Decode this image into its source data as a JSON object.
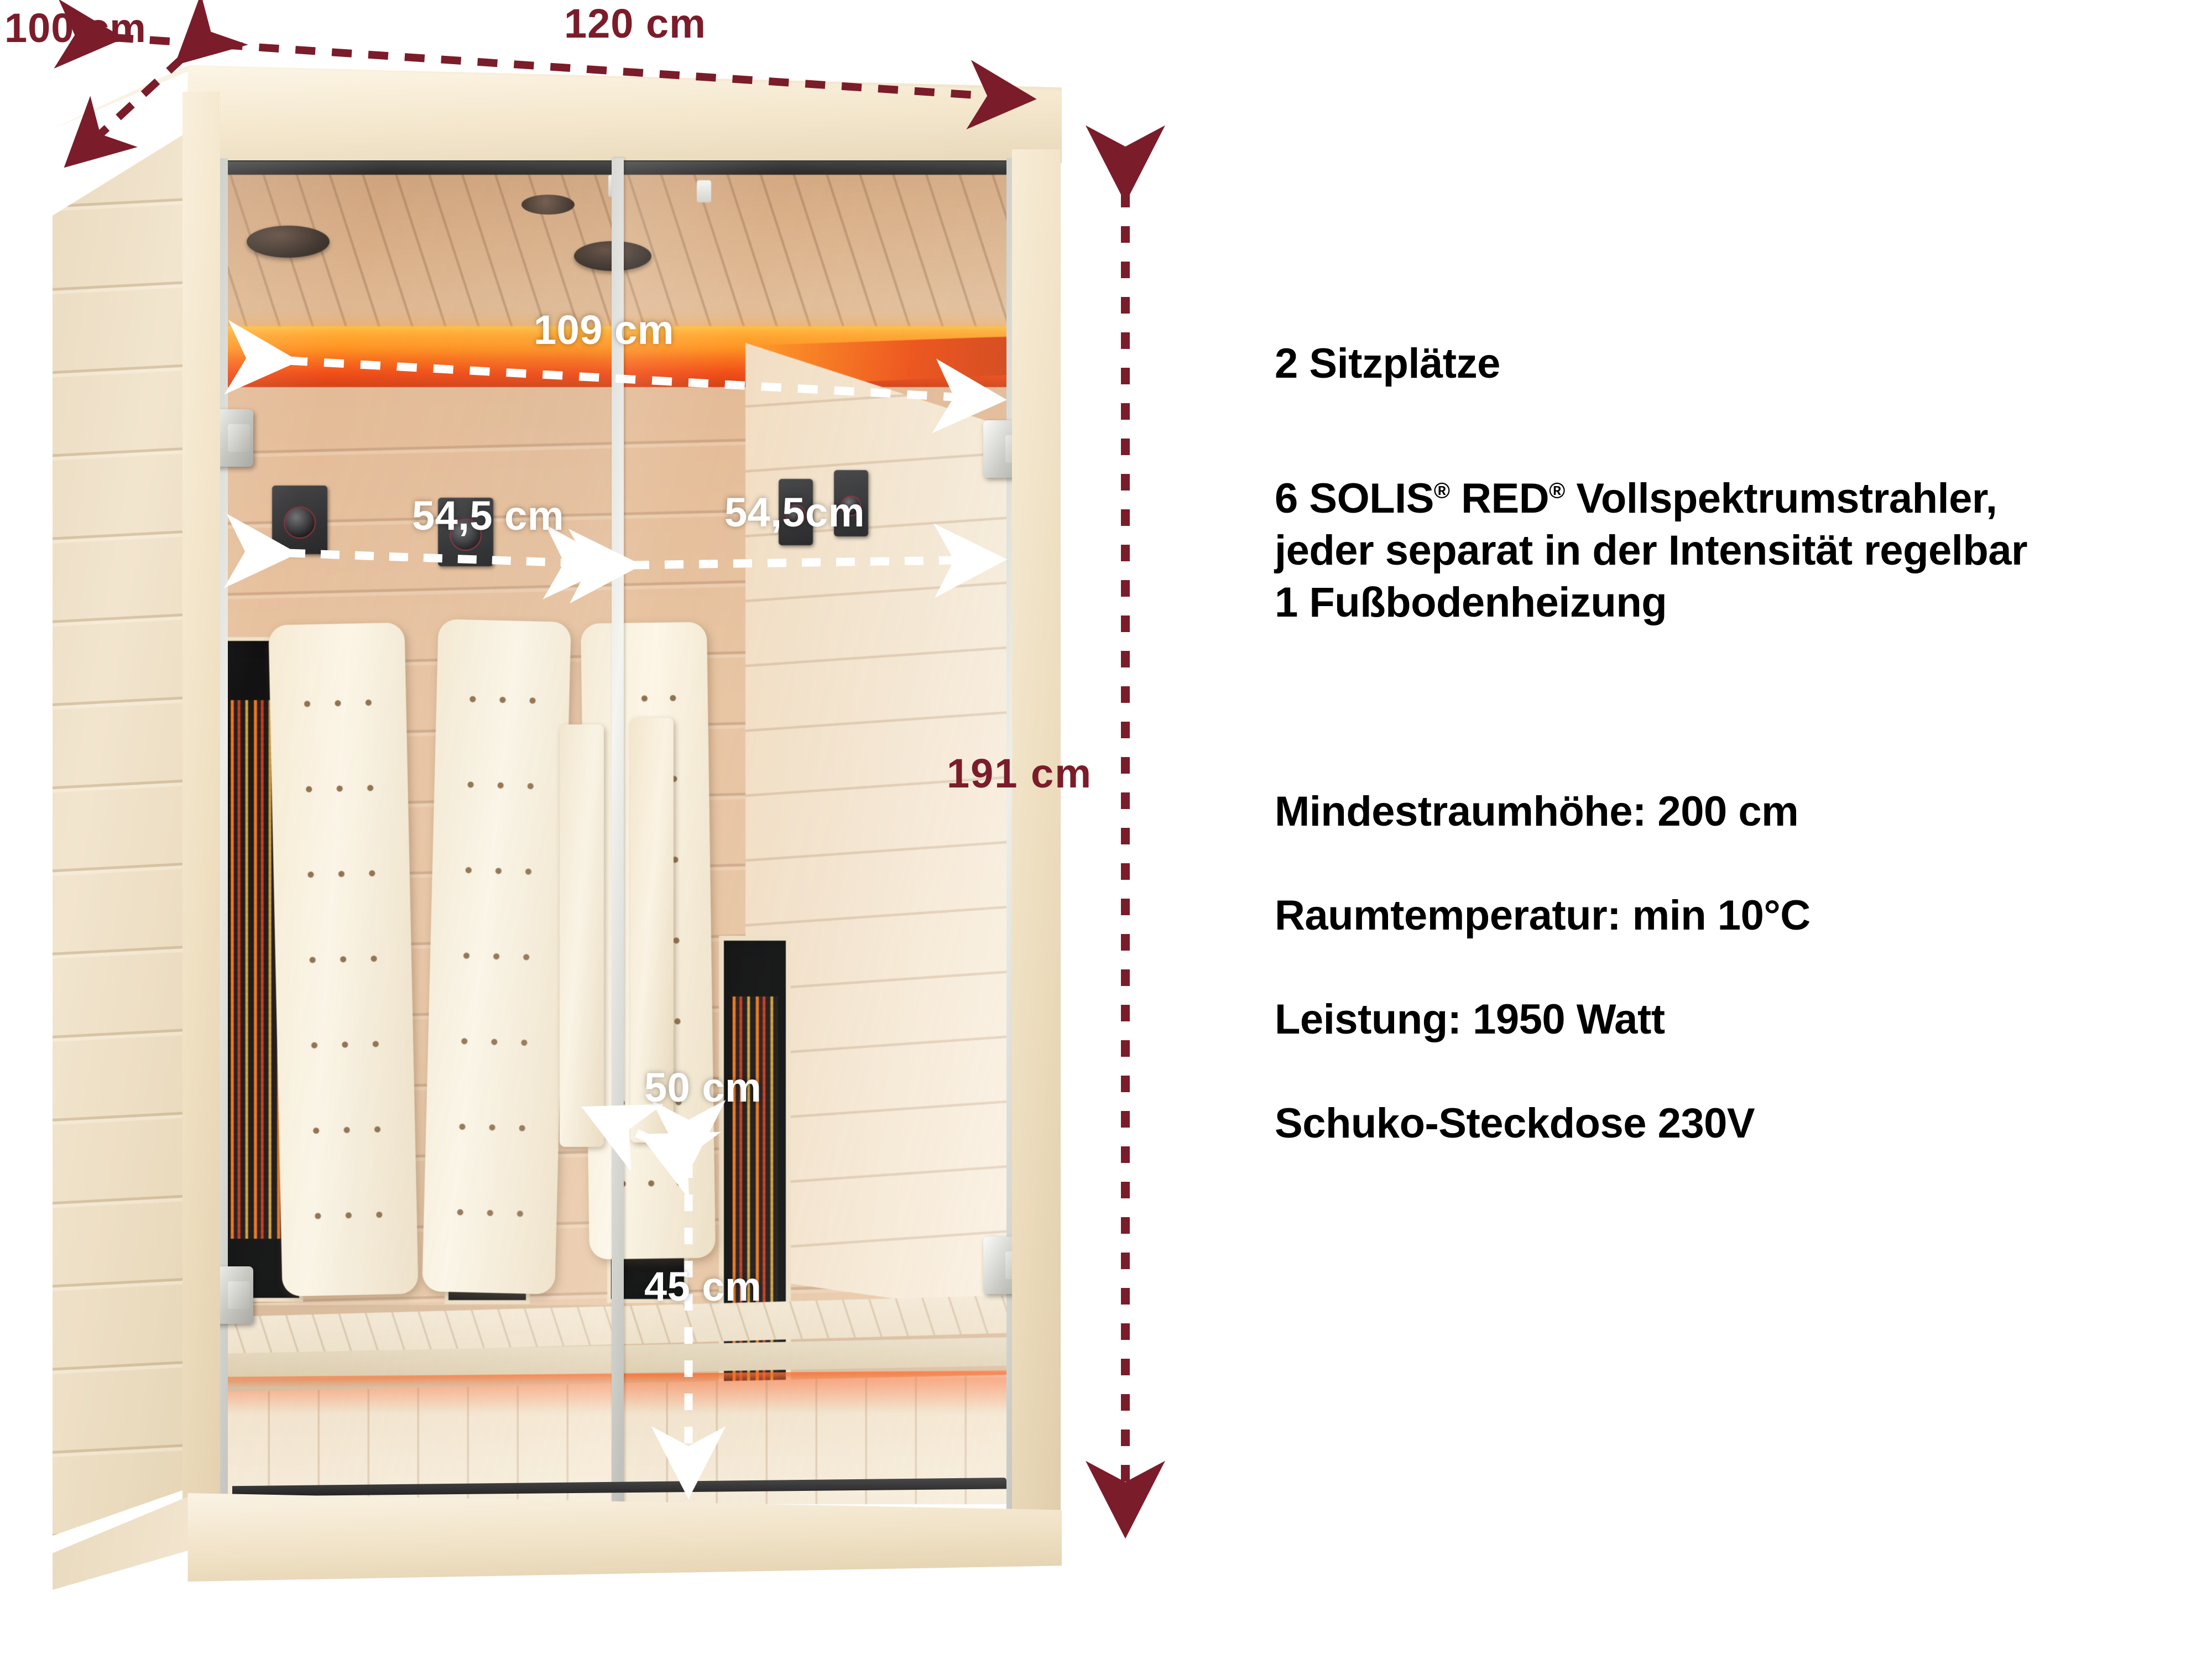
{
  "product": {
    "type": "infrared-sauna-cabin",
    "seats": "2 Sitzplätze"
  },
  "dimensions": {
    "depth": {
      "label": "100 cm",
      "value": 100,
      "unit": "cm",
      "color": "#7B1C2A",
      "placement": "top-left-diagonal"
    },
    "width": {
      "label": "120 cm",
      "value": 120,
      "unit": "cm",
      "color": "#7B1C2A",
      "placement": "top"
    },
    "height": {
      "label": "191 cm",
      "value": 191,
      "unit": "cm",
      "color": "#7B1C2A",
      "placement": "right-vertical"
    },
    "inner_width": {
      "label": "109 cm",
      "value": 109,
      "unit": "cm",
      "color": "#FFFFFF",
      "placement": "interior-upper"
    },
    "seat_left": {
      "label": "54,5 cm",
      "value": 54.5,
      "unit": "cm",
      "color": "#FFFFFF",
      "placement": "interior-left"
    },
    "seat_right": {
      "label": "54,5cm",
      "value": 54.5,
      "unit": "cm",
      "color": "#FFFFFF",
      "placement": "interior-right"
    },
    "seat_depth": {
      "label": "50 cm",
      "value": 50,
      "unit": "cm",
      "color": "#FFFFFF",
      "placement": "bench-depth"
    },
    "seat_height": {
      "label": "45 cm",
      "value": 45,
      "unit": "cm",
      "color": "#FFFFFF",
      "placement": "bench-height"
    }
  },
  "specs": {
    "seats_line": "2 Sitzplätze",
    "emitters": {
      "prefix": "6 SOLIS",
      "reg1": "®",
      "mid": " RED",
      "reg2": "®",
      "suffix": " Vollspektrumstrahler,"
    },
    "emitters_line2": "jeder separat in der Intensität regelbar",
    "floor_heating": "1 Fußbodenheizung",
    "requirements": [
      "Mindestraumhöhe: 200 cm",
      "Raumtemperatur: min 10°C",
      "Leistung: 1950 Watt",
      "Schuko-Steckdose 230V"
    ]
  },
  "colors": {
    "annotation_maroon": "#7B1C2A",
    "annotation_white": "#FFFFFF",
    "text_black": "#000000",
    "wood_light": "#F2E5CE",
    "wood_interior": "#E8C29E",
    "led_orange": "#FF8C16",
    "background": "#FFFFFF"
  }
}
